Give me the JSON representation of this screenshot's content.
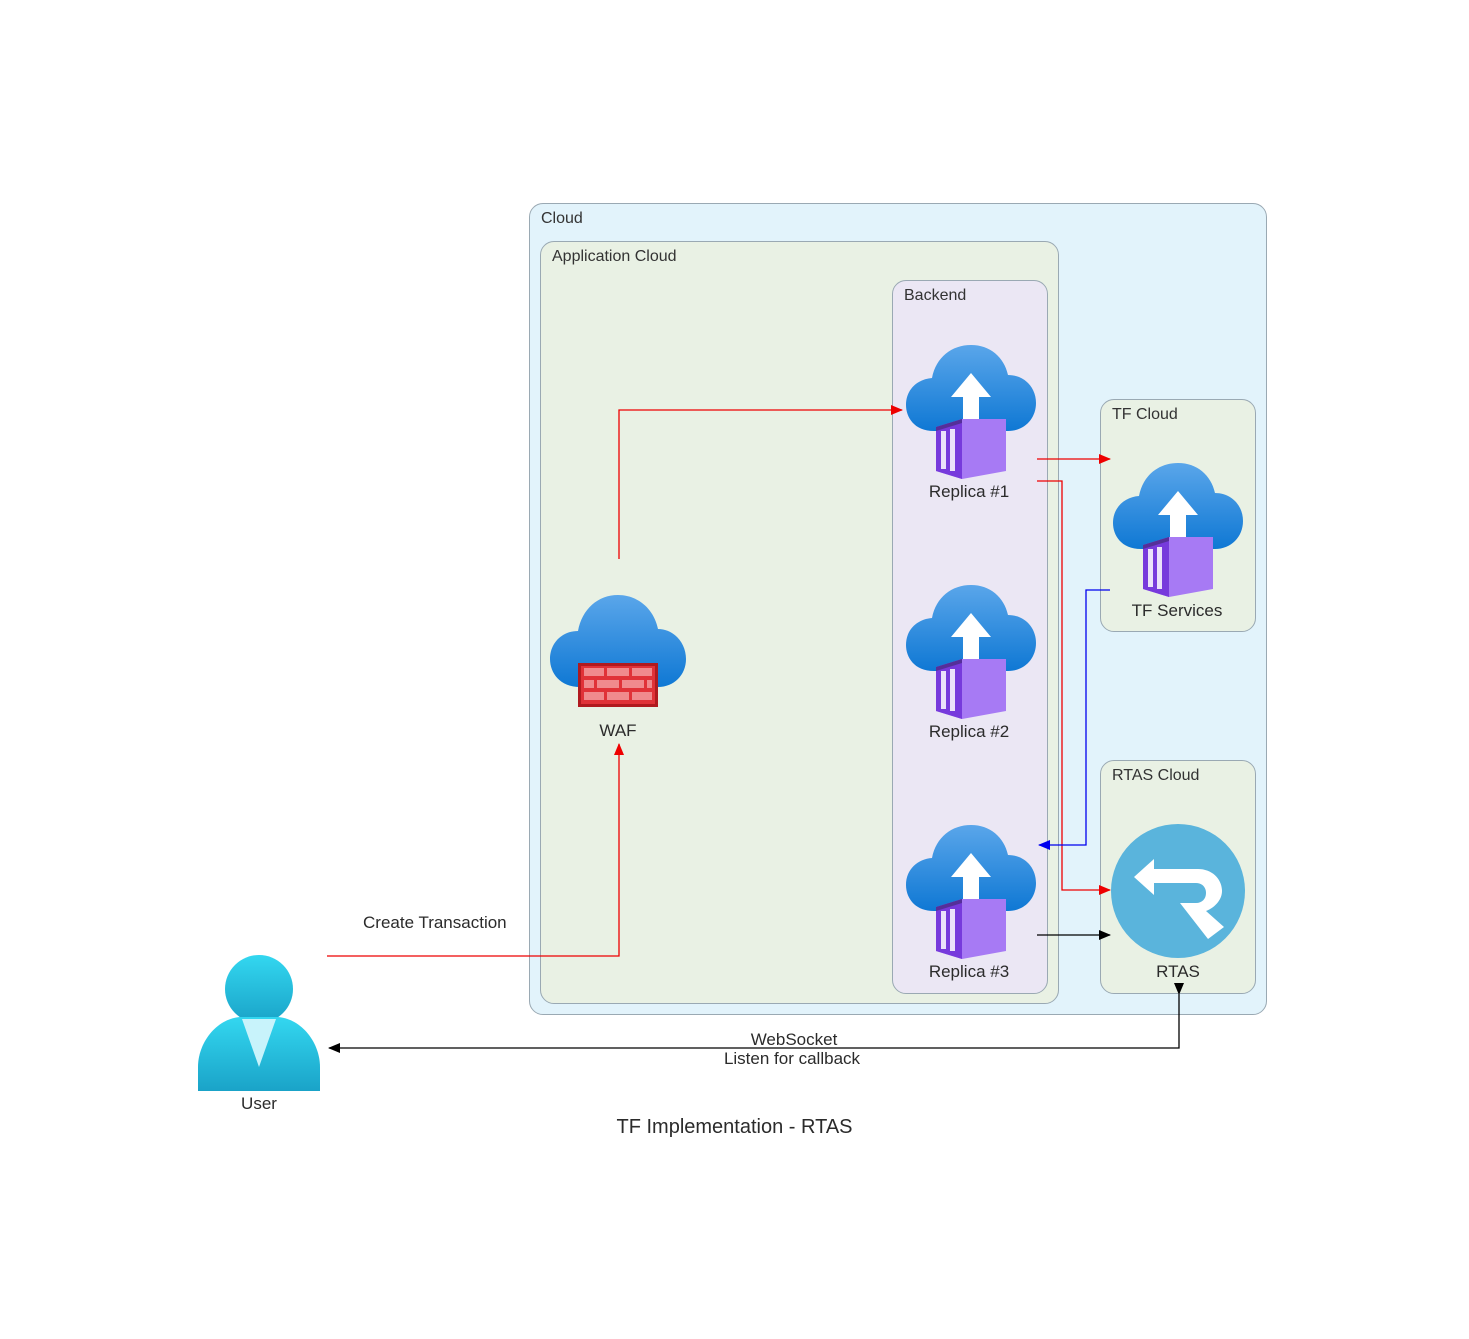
{
  "clusters": {
    "cloud": "Cloud",
    "application_cloud": "Application Cloud",
    "backend": "Backend",
    "tf_cloud": "TF Cloud",
    "rtas_cloud": "RTAS Cloud"
  },
  "nodes": {
    "user": "User",
    "waf": "WAF",
    "replica1": "Replica #1",
    "replica2": "Replica #2",
    "replica3": "Replica #3",
    "tf_services": "TF Services",
    "rtas": "RTAS"
  },
  "edges": {
    "create_transaction": "Create Transaction",
    "websocket_line1": "WebSocket",
    "websocket_line2": "Listen for callback"
  },
  "title": "TF Implementation - RTAS",
  "colors": {
    "edge_red": "#ee0000",
    "edge_blue": "#0000ee",
    "edge_black": "#000000",
    "cloud_bg": "#e2f3fb",
    "app_bg": "#e9f1e4",
    "backend_bg": "#ebe7f4"
  },
  "icons": {
    "user": "user-icon",
    "waf": "waf-firewall-icon",
    "replica": "container-app-icon",
    "rtas": "rtas-logo-icon"
  }
}
